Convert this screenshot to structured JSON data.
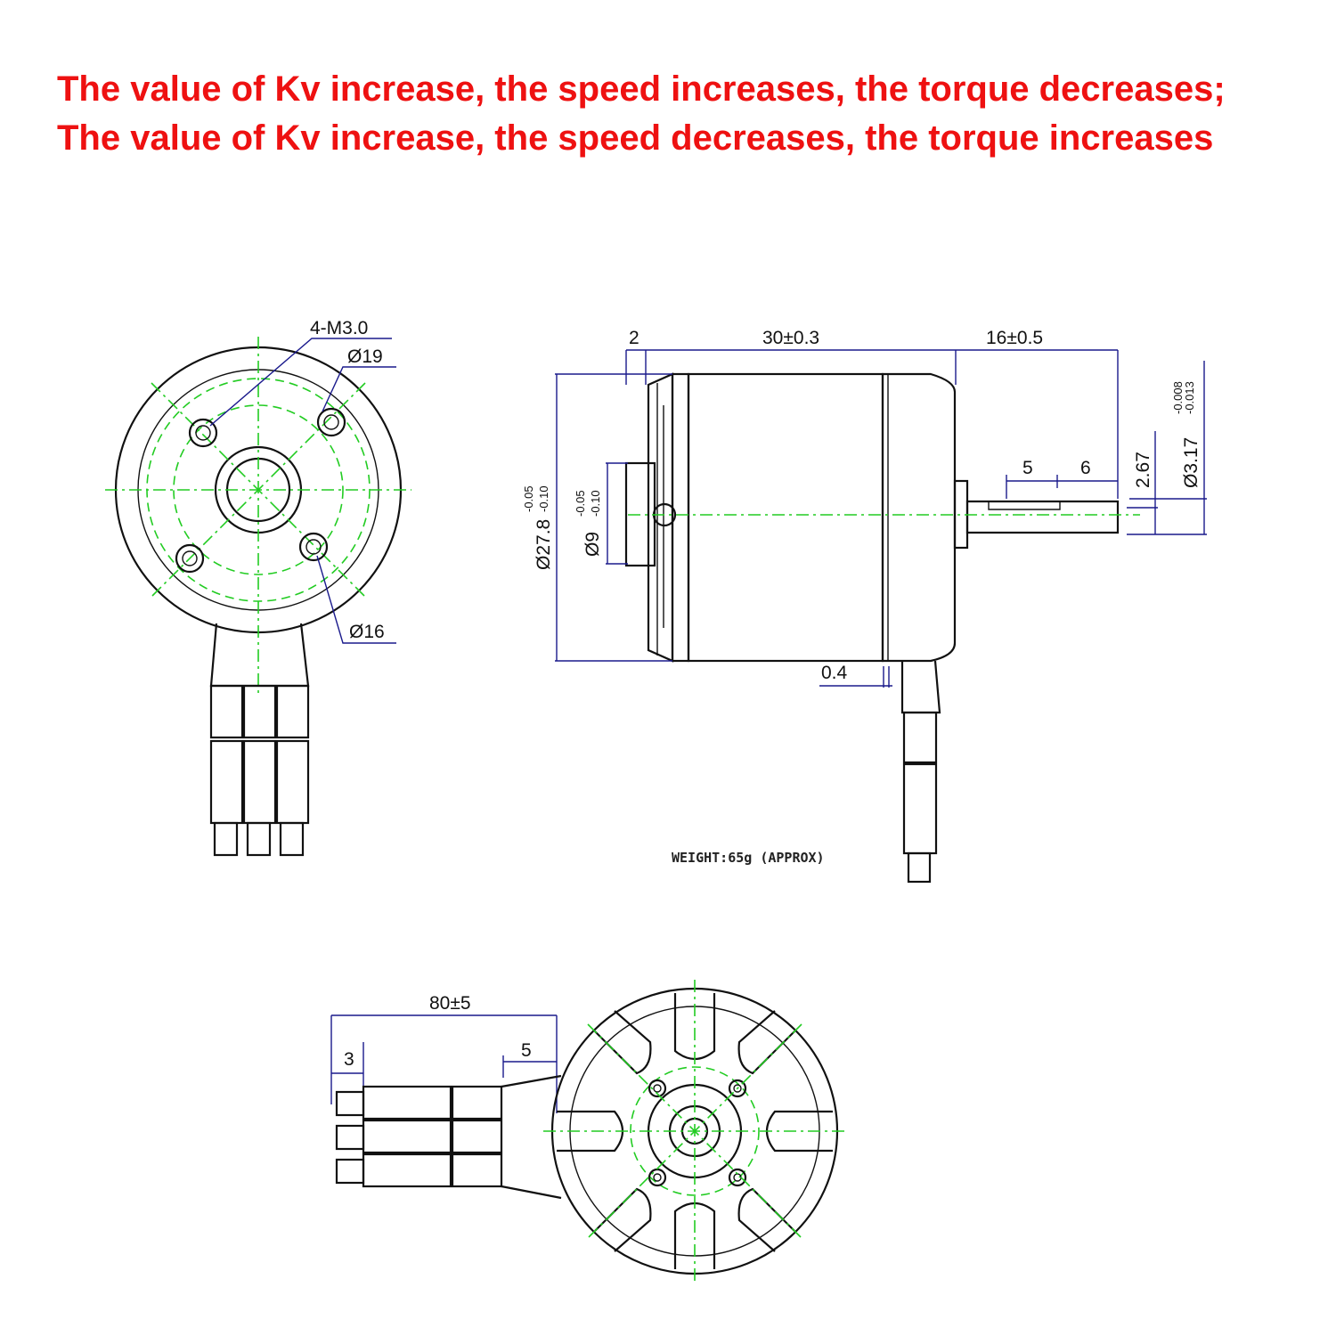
{
  "headline": {
    "line1": "The value of Kv increase, the speed increases, the torque decreases;",
    "line2": "The value of Kv increase, the speed decreases, the torque increases"
  },
  "front_view": {
    "holes_label": "4-M3.0",
    "outer_pcd_label": "Ø19",
    "inner_pcd_label": "Ø16"
  },
  "side_view": {
    "flange_label": "2",
    "body_length_label": "30±0.3",
    "shaft_length_label": "16±0.5",
    "flat_label_a": "5",
    "flat_label_b": "6",
    "flat_depth_label": "2.67",
    "shaft_diameter_label": "Ø3.17",
    "shaft_tol_upper": "-0.008",
    "shaft_tol_lower": "-0.013",
    "body_diameter_label": "Ø27.8",
    "body_tol_upper": "-0.05",
    "body_tol_lower": "-0.10",
    "boss_diameter_label": "Ø9",
    "boss_tol_upper": "-0.05",
    "boss_tol_lower": "-0.10",
    "gap_label": "0.4",
    "weight_label": "WEIGHT:65g (APPROX)"
  },
  "rear_view": {
    "lead_length_label": "80±5",
    "connector_label": "3",
    "sleeve_label": "5"
  },
  "colors": {
    "headline": "#ee1111",
    "outline": "#111111",
    "centerline": "#22cc22",
    "dimension": "#1a1a8c"
  }
}
